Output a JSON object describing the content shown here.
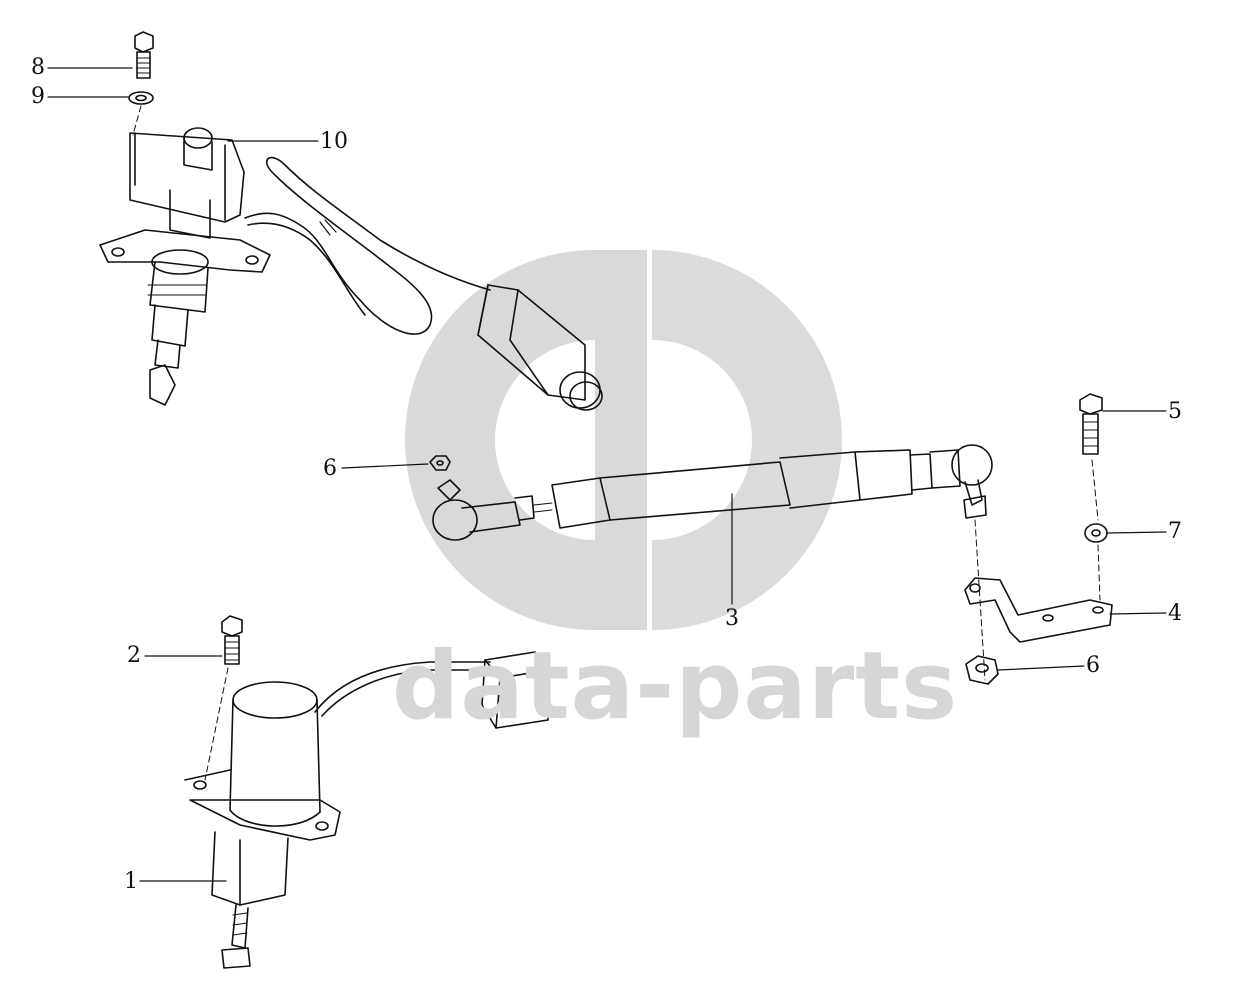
{
  "watermark": {
    "text": "data-parts",
    "color": "#d6d6d6"
  },
  "callouts": [
    {
      "id": "c8",
      "text": "8"
    },
    {
      "id": "c9",
      "text": "9"
    },
    {
      "id": "c10",
      "text": "10"
    },
    {
      "id": "c6a",
      "text": "6"
    },
    {
      "id": "c5",
      "text": "5"
    },
    {
      "id": "c7",
      "text": "7"
    },
    {
      "id": "c3",
      "text": "3"
    },
    {
      "id": "c4",
      "text": "4"
    },
    {
      "id": "c6b",
      "text": "6"
    },
    {
      "id": "c2",
      "text": "2"
    },
    {
      "id": "c1",
      "text": "1"
    }
  ],
  "colors": {
    "line": "#111111",
    "watermark_logo": "#d9d9d9"
  }
}
